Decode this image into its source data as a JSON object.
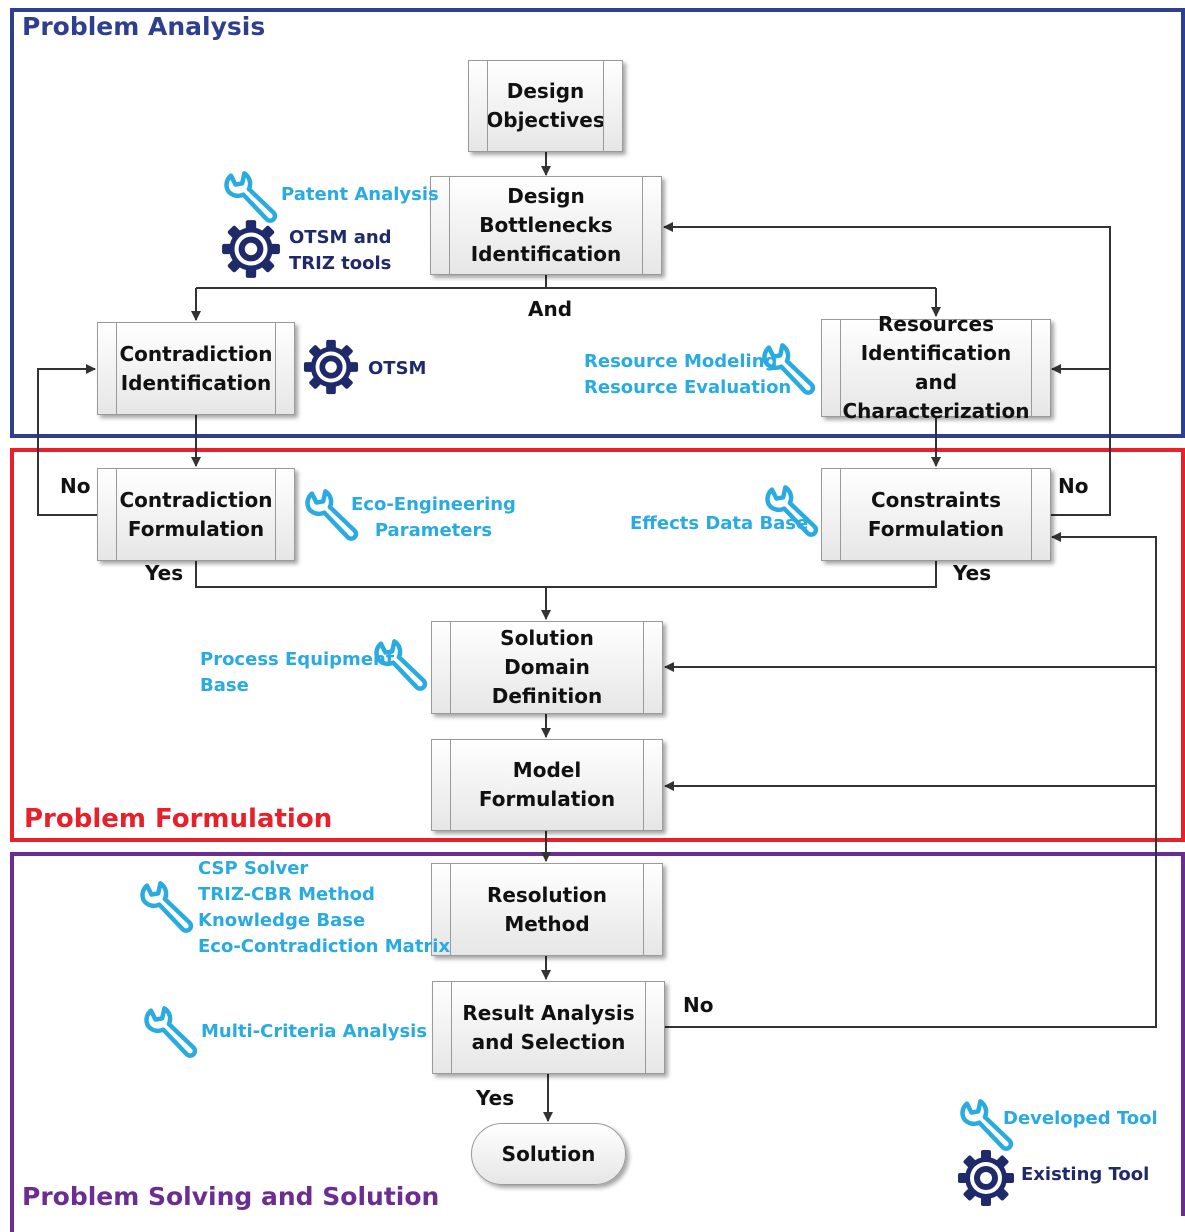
{
  "sections": {
    "analysis": {
      "title": "Problem Analysis",
      "color": "#2e3f8f"
    },
    "formulation": {
      "title": "Problem Formulation",
      "color": "#e8202a"
    },
    "solving": {
      "title": "Problem Solving and Solution",
      "color": "#6b2d91"
    }
  },
  "colors": {
    "developed_tool": "#29abe2",
    "existing_tool": "#1f2a6b"
  },
  "nodes": {
    "design_objectives": [
      "Design",
      "Objectives"
    ],
    "bottlenecks": [
      "Design",
      "Bottlenecks",
      "Identification"
    ],
    "contradiction_id": [
      "Contradiction",
      "Identification"
    ],
    "resources_id": [
      "Resources",
      "Identification and",
      "Characterization"
    ],
    "contradiction_form": [
      "Contradiction",
      "Formulation"
    ],
    "constraints_form": [
      "Constraints",
      "Formulation"
    ],
    "solution_domain": [
      "Solution Domain",
      "Definition"
    ],
    "model_form": [
      "Model",
      "Formulation"
    ],
    "resolution": [
      "Resolution",
      "Method"
    ],
    "result_analysis": [
      "Result Analysis",
      "and Selection"
    ],
    "solution": "Solution"
  },
  "edge_labels": {
    "and": "And",
    "no_left": "No",
    "yes_left": "Yes",
    "no_right": "No",
    "yes_right": "Yes",
    "no_result": "No",
    "yes_result": "Yes"
  },
  "tools": {
    "patent_analysis": "Patent Analysis",
    "otsm_triz": [
      "OTSM and",
      "TRIZ tools"
    ],
    "otsm": "OTSM",
    "resource_modeling": [
      "Resource Modeling",
      "Resource Evaluation"
    ],
    "eco_engineering": [
      "Eco-Engineering",
      "Parameters"
    ],
    "effects_db": "Effects Data Base",
    "process_equipment": [
      "Process Equipment",
      "Base"
    ],
    "resolution_tools": [
      "CSP Solver",
      "TRIZ-CBR Method",
      "Knowledge Base",
      "Eco-Contradiction Matrix"
    ],
    "multi_criteria": "Multi-Criteria Analysis"
  },
  "legend": {
    "developed": "Developed Tool",
    "existing": "Existing Tool"
  },
  "icons": {
    "developed": "wrench-icon",
    "existing": "gear-icon"
  }
}
